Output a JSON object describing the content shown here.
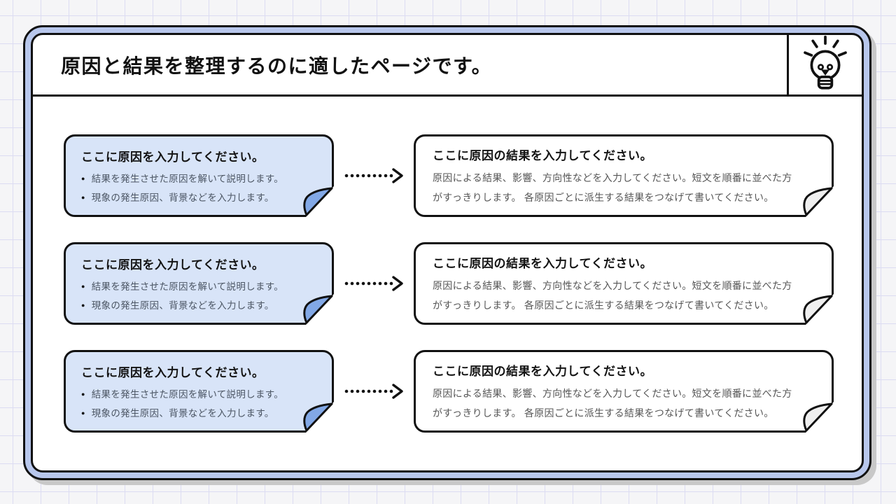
{
  "header": {
    "title": "原因と結果を整理するのに適したページです。",
    "icon": "lightbulb-icon"
  },
  "rows": [
    {
      "cause": {
        "title": "ここに原因を入力してください。",
        "bullets": [
          "結果を発生させた原因を解いて説明します。",
          "現象の発生原因、背景などを入力します。"
        ]
      },
      "effect": {
        "title": "ここに原因の結果を入力してください。",
        "body_lines": [
          "原因による結果、影響、方向性などを入力してください。短文を順番に並べた方",
          "がすっきりします。 各原因ごとに派生する結果をつなげて書いてください。"
        ]
      }
    },
    {
      "cause": {
        "title": "ここに原因を入力してください。",
        "bullets": [
          "結果を発生させた原因を解いて説明します。",
          "現象の発生原因、背景などを入力します。"
        ]
      },
      "effect": {
        "title": "ここに原因の結果を入力してください。",
        "body_lines": [
          "原因による結果、影響、方向性などを入力してください。短文を順番に並べた方",
          "がすっきりします。 各原因ごとに派生する結果をつなげて書いてください。"
        ]
      }
    },
    {
      "cause": {
        "title": "ここに原因を入力してください。",
        "bullets": [
          "結果を発生させた原因を解いて説明します。",
          "現象の発生原因、背景などを入力します。"
        ]
      },
      "effect": {
        "title": "ここに原因の結果を入力してください。",
        "body_lines": [
          "原因による結果、影響、方向性などを入力してください。短文を順番に並べた方",
          "がすっきりします。 各原因ごとに派生する結果をつなげて書いてください。"
        ]
      }
    }
  ],
  "glyphs": {
    "bullet": "●"
  },
  "icons": {
    "header_icon": "lightbulb-icon",
    "connector": "dotted-arrow-right-icon",
    "corner": "corner-fold-icon"
  },
  "colors": {
    "ink": "#111111",
    "frame_band": "#b8c7ec",
    "frame_shadow": "#c8c8c8",
    "grid_line": "#dcdcf2",
    "page_background": "#f5f5f7",
    "cause_fill": "#d8e4f8",
    "cause_fold": "#82a8e6",
    "effect_fill": "#ffffff",
    "effect_fold": "#efefef",
    "body_text": "#555555",
    "bullet_text": "#4b5563"
  }
}
